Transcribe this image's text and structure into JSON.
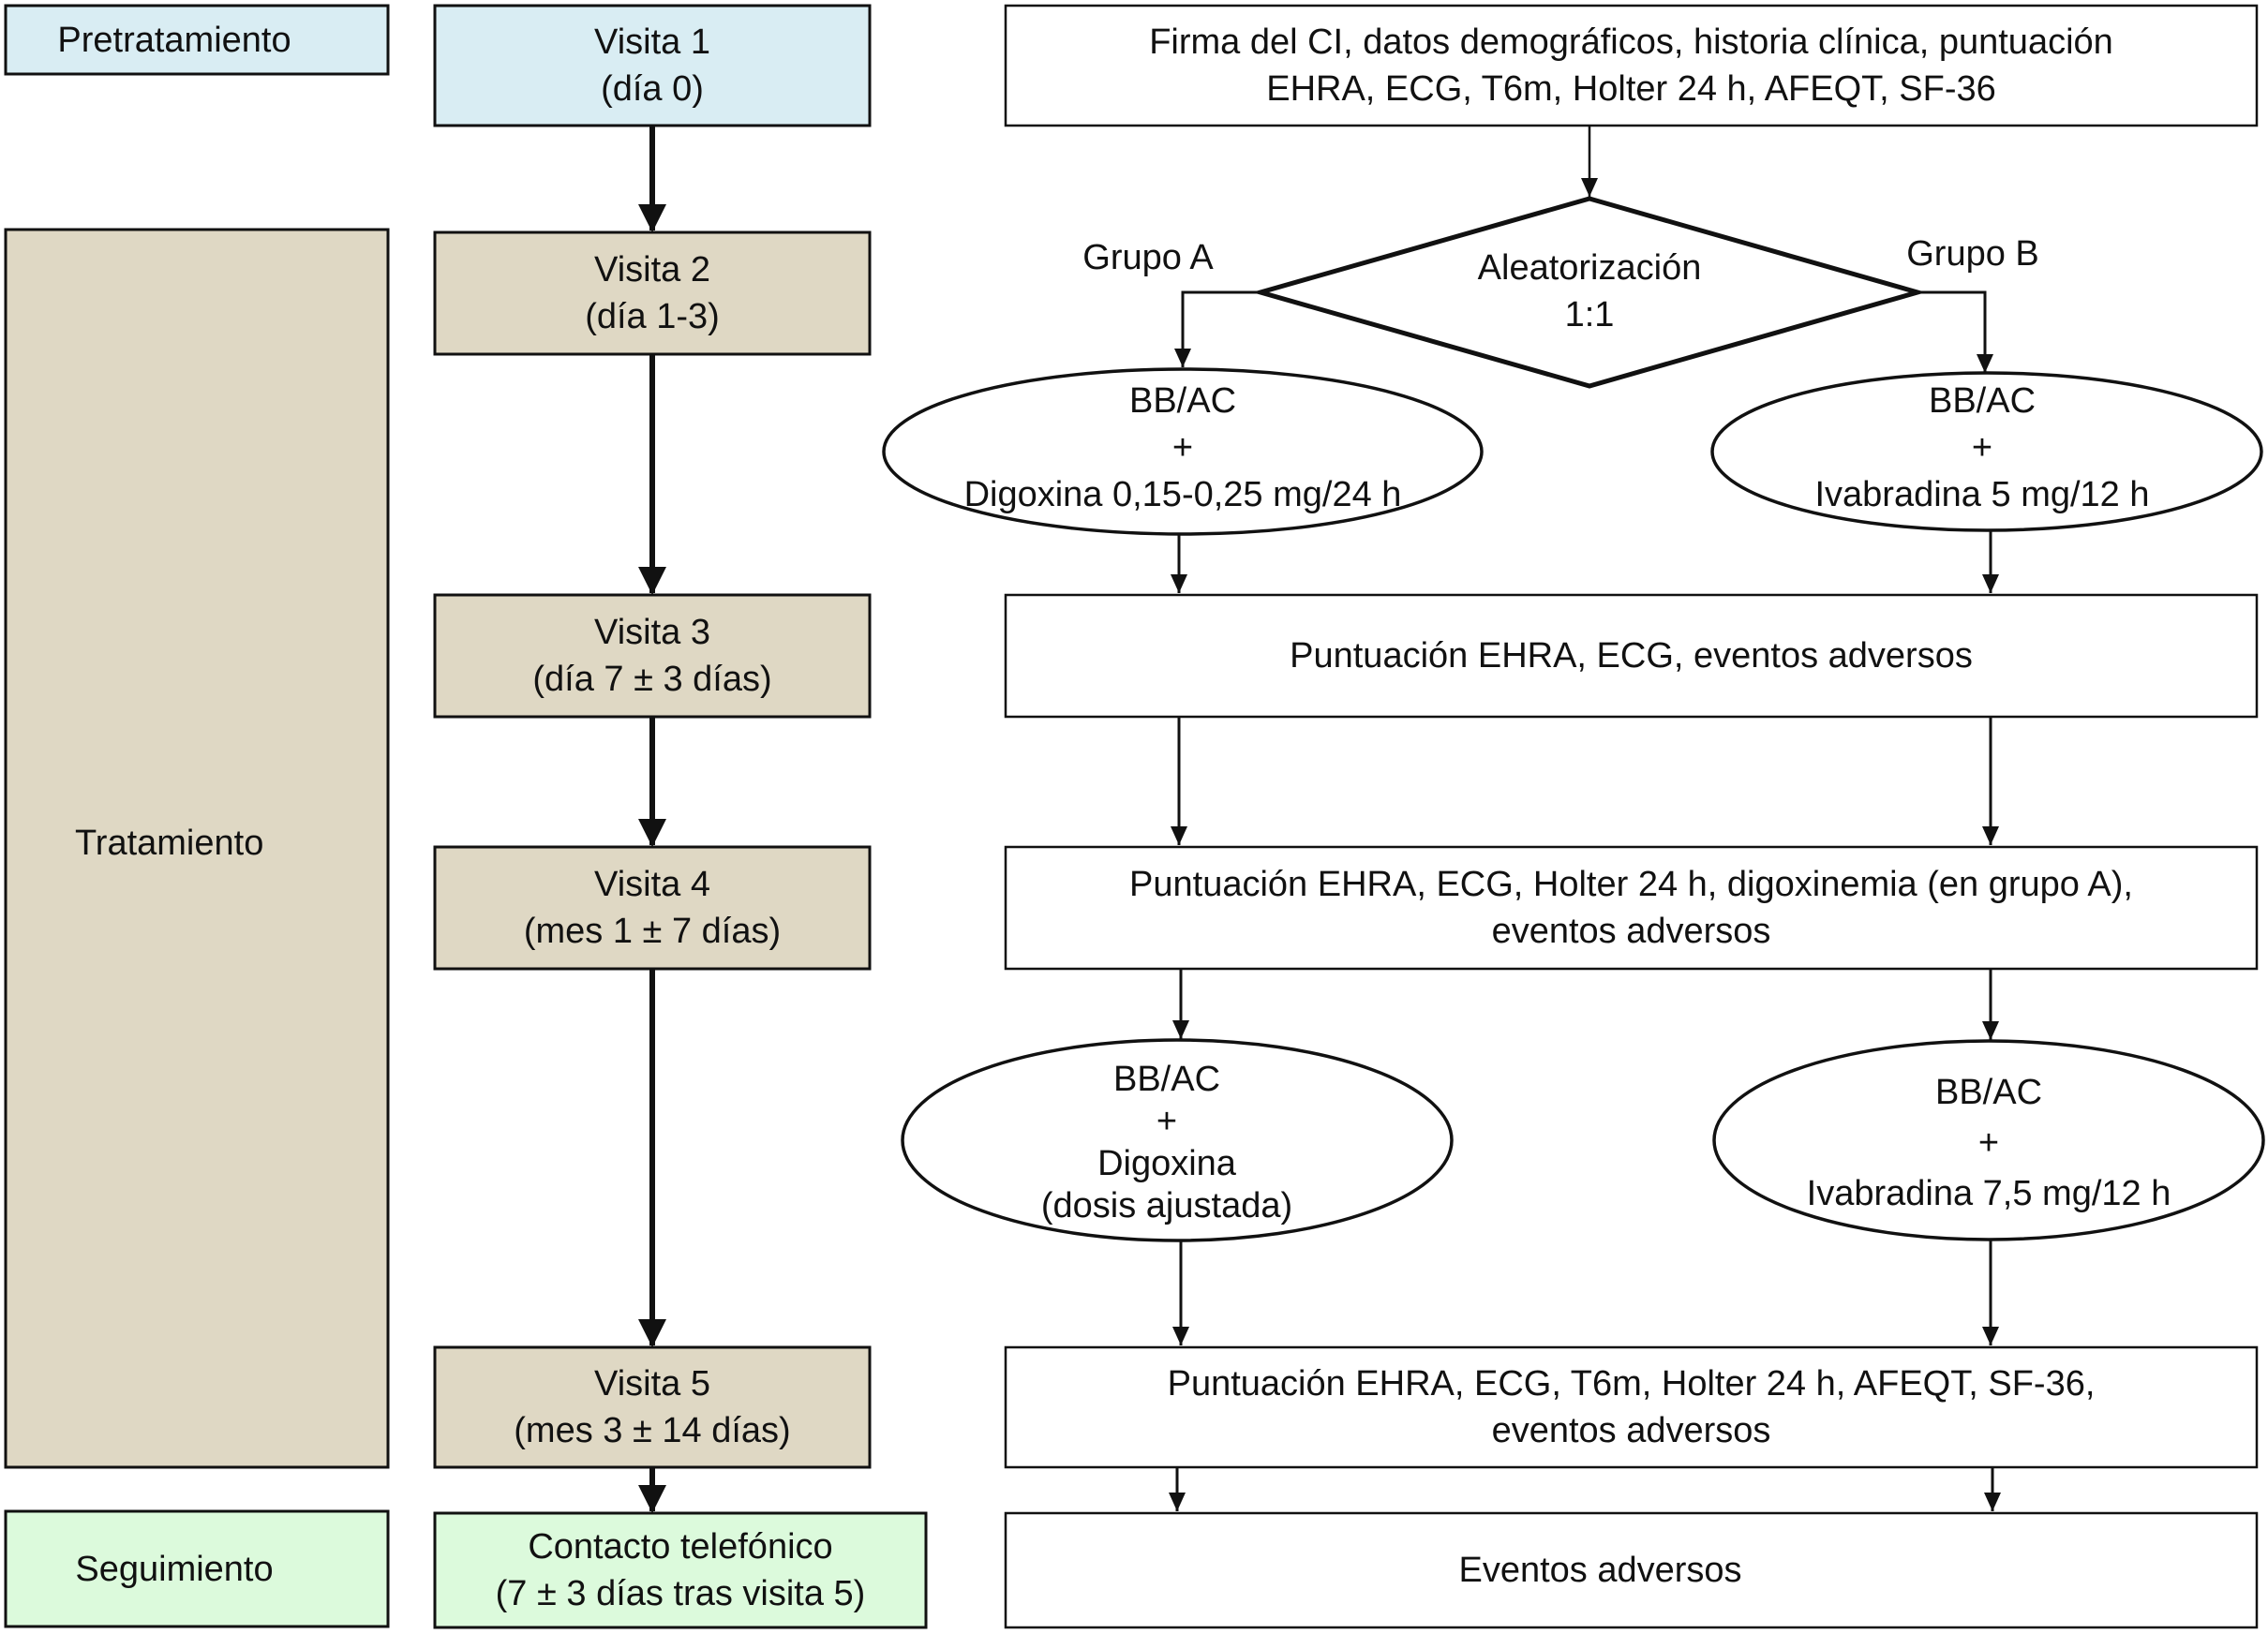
{
  "colors": {
    "pretratamiento": "#d9edf3",
    "tratamiento": "#dfd8c4",
    "seguimiento": "#dcfadc",
    "stroke": "#111111"
  },
  "phases": {
    "pretratamiento": "Pretratamiento",
    "tratamiento": "Tratamiento",
    "seguimiento": "Seguimiento"
  },
  "visits": [
    {
      "title": "Visita 1",
      "when": "(día 0)"
    },
    {
      "title": "Visita 2",
      "when": "(día 1-3)"
    },
    {
      "title": "Visita 3",
      "when": "(día 7 ± 3 días)"
    },
    {
      "title": "Visita 4",
      "when": "(mes 1 ± 7 días)"
    },
    {
      "title": "Visita 5",
      "when": "(mes 3 ± 14 días)"
    },
    {
      "title": "Contacto telefónico",
      "when": "(7 ± 3 días tras visita 5)"
    }
  ],
  "procedures": {
    "visit1": "Firma del CI, datos demográficos, historia clínica, puntuación\nEHRA, ECG, T6m, Holter 24 h, AFEQT, SF-36",
    "visit3": "Puntuación EHRA, ECG, eventos adversos",
    "visit4": "Puntuación EHRA, ECG, Holter 24 h, digoxinemia (en grupo A),\neventos adversos",
    "visit5": "Puntuación EHRA, ECG, T6m, Holter 24 h, AFEQT, SF-36,\neventos adversos",
    "followup": "Eventos adversos"
  },
  "randomization": {
    "label": "Aleatorización\n1:1",
    "group_a": "Grupo A",
    "group_b": "Grupo B"
  },
  "treatments": {
    "a_initial": "BB/AC\n+\nDigoxina 0,15-0,25 mg/24 h",
    "b_initial": "BB/AC\n+\nIvabradina 5 mg/12 h",
    "a_adjusted": "BB/AC\n+\nDigoxina\n(dosis ajustada)",
    "b_adjusted": "BB/AC\n+\nIvabradina 7,5 mg/12 h"
  }
}
